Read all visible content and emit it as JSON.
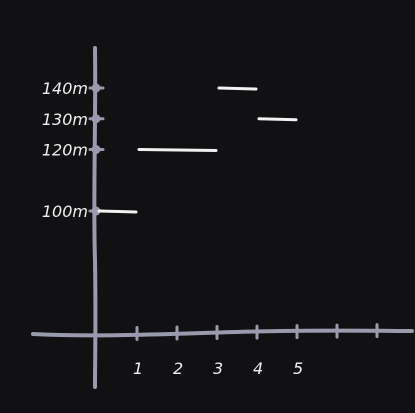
{
  "chart_data": {
    "type": "line",
    "style": "step",
    "title": "",
    "xlabel": "",
    "ylabel": "",
    "x_ticks": [
      "1",
      "2",
      "3",
      "4",
      "5"
    ],
    "y_ticks": [
      {
        "value": 100,
        "label": "100m"
      },
      {
        "value": 120,
        "label": "120m"
      },
      {
        "value": 130,
        "label": "130m"
      },
      {
        "value": 140,
        "label": "140m"
      }
    ],
    "series": [
      {
        "segments": [
          {
            "x_start": 0,
            "x_end": 1,
            "y": 100
          },
          {
            "x_start": 1,
            "x_end": 3,
            "y": 120
          },
          {
            "x_start": 3,
            "x_end": 4,
            "y": 140
          },
          {
            "x_start": 4,
            "x_end": 5,
            "y": 130
          }
        ]
      }
    ],
    "grid": false,
    "colors": {
      "background": "#111113",
      "axis": "#9a9aae",
      "line": "#f2f2f2",
      "text": "#f0f0f0"
    }
  }
}
